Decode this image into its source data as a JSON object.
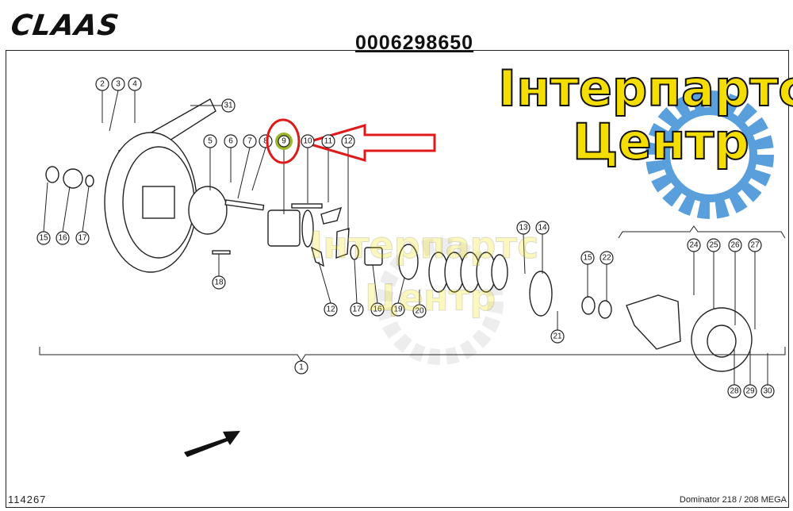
{
  "brand": "CLAAS",
  "part_number": "0006298650",
  "drawing_code": "114267",
  "model": "Dominator 218 / 208 MEGA",
  "watermark": {
    "line1": "Інтерпартс",
    "line2": "Центр"
  },
  "highlight_color": "#9bb52a",
  "arrow_color": "#e01a1a",
  "callouts": [
    "2",
    "3",
    "4",
    "31",
    "5",
    "6",
    "7",
    "8",
    "9",
    "10",
    "11",
    "12",
    "15",
    "16",
    "17",
    "18",
    "12",
    "17",
    "16",
    "19",
    "20",
    "13",
    "14",
    "15",
    "22",
    "21",
    "1",
    "24",
    "25",
    "26",
    "27",
    "28",
    "29",
    "30"
  ]
}
